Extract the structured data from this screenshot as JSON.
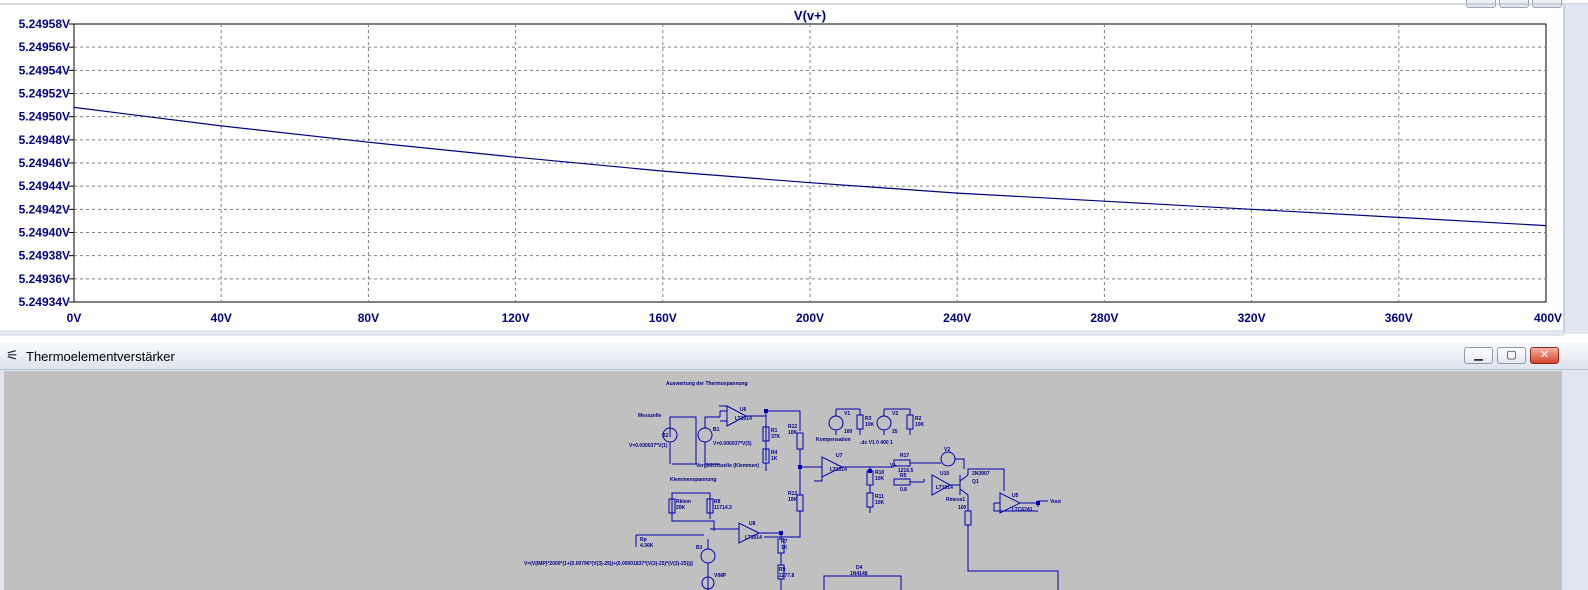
{
  "chart_data": {
    "type": "line",
    "title": "V(v+)",
    "xlabel": "",
    "ylabel": "",
    "xlim": [
      0,
      400
    ],
    "ylim": [
      5.24934,
      5.24958
    ],
    "x_ticks": [
      "0V",
      "40V",
      "80V",
      "120V",
      "160V",
      "200V",
      "240V",
      "280V",
      "320V",
      "360V",
      "400V"
    ],
    "y_ticks": [
      "5.24958V",
      "5.24956V",
      "5.24954V",
      "5.24952V",
      "5.24950V",
      "5.24948V",
      "5.24946V",
      "5.24944V",
      "5.24942V",
      "5.24940V",
      "5.24938V",
      "5.24936V",
      "5.24934V"
    ],
    "grid": true,
    "series": [
      {
        "name": "V(v+)",
        "color": "#00007f",
        "x": [
          0,
          40,
          80,
          120,
          160,
          200,
          240,
          280,
          320,
          360,
          400
        ],
        "y": [
          5.249508,
          5.249492,
          5.249478,
          5.249465,
          5.249453,
          5.249443,
          5.249434,
          5.249427,
          5.24942,
          5.249413,
          5.249406
        ]
      }
    ]
  },
  "schematic_window": {
    "title": "Thermoelementverstärker",
    "app_icon": "ltspice-icon",
    "buttons": {
      "minimize": "minimize-icon",
      "maximize": "maximize-icon",
      "close": "close-icon"
    }
  },
  "schematic": {
    "labels": {
      "auswertung": "Auswertung der Thermospannung",
      "messzelle": "Messzelle",
      "vergleich": "Vergleichszelle (Klemmen)",
      "klemmen": "Klemmenspannung",
      "kompensation": "Kompensation",
      "b2": "B2",
      "b2_expr": "V=0.000037*V(1)",
      "b1": "B1",
      "b1_expr": "V=0.000037*V(3)",
      "u6": "U6",
      "u6_part": "LT1014",
      "r1": "R1",
      "r1_val": "37K",
      "r4": "R4",
      "r4_val": "1K",
      "r12": "R12",
      "r12_val": "10K",
      "u7": "U7",
      "u7_part": "LT1014",
      "r10": "R10",
      "r10_val": "10K",
      "r11": "R11",
      "r11_val": "10K",
      "r13": "R13",
      "r13_val": "10K",
      "rklem": "Rklem",
      "rklem_val": "20K",
      "r8": "R8",
      "r8_val": "11714.3",
      "u8": "U8",
      "u8_part": "LT1014",
      "r7": "R7",
      "r7_val": "1K",
      "rp": "Rp",
      "rp_val": "4.36K",
      "b3": "B3",
      "b3_expr": "V=(V(IMP)*2000*(1+(0.00796*(V(3)-25))+(0.00001837*(V(3)-25)*(V(3)-25))))",
      "vimp": "VIMP",
      "r9": "R9",
      "r9_val": "2277.8",
      "d4": "D4",
      "d4_part": "1N4148",
      "v1": "V1",
      "v1_val": "100",
      "r3": "R3",
      "r3_val": "10K",
      "v3": "V3",
      "v3_val": "25",
      "r2": "R2",
      "r2_val": "10K",
      "dc_cmd": ".dc V1 0 400 1",
      "r17": "R17",
      "r17_val": "1216.5",
      "r5": "R5",
      "r5_val": "0.8",
      "v_lbl": "V+",
      "v2": "V2",
      "u10": "U10",
      "u10_part": "LT1014",
      "q1": "Q1",
      "q1_part": "2N3907",
      "rmess": "Rmess1",
      "rmess_val": "100",
      "u5": "U5",
      "u5_part": "LTC6241",
      "vout": "Vout"
    }
  }
}
